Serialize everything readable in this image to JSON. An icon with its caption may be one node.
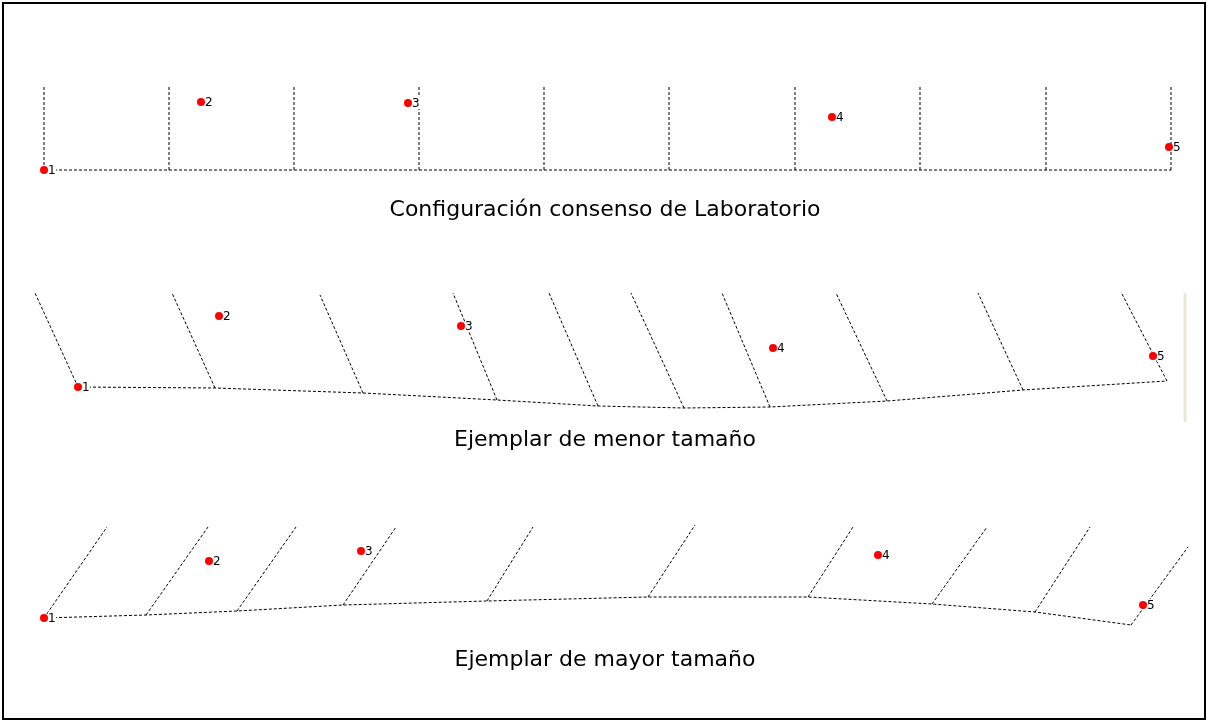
{
  "diagram": {
    "labels": [
      "2",
      "3",
      "4",
      "1",
      "5",
      "Configuración consenso de Laboratorio",
      "2",
      "3",
      "4",
      "5",
      "1",
      "Ejemplar de menor tamaño",
      "3",
      "2",
      "4",
      "1",
      "5",
      "Ejemplar de mayor tamaño"
    ]
  }
}
